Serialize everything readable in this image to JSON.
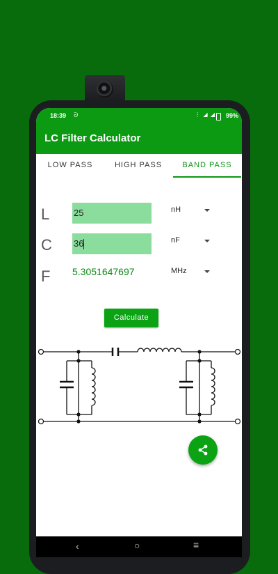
{
  "status": {
    "time": "18:39",
    "battery": "99%"
  },
  "app": {
    "title": "LC Filter Calculator"
  },
  "tabs": [
    {
      "label": "LOW PASS"
    },
    {
      "label": "HIGH PASS"
    },
    {
      "label": "BAND PASS"
    }
  ],
  "inputs": {
    "L": {
      "label": "L",
      "value": "25",
      "unit": "nH"
    },
    "C": {
      "label": "C",
      "value": "36",
      "unit": "nF"
    }
  },
  "output": {
    "label": "F",
    "value": "5.3051647697",
    "unit": "MHz"
  },
  "calculate_label": "Calculate",
  "colors": {
    "accent": "#0ba313",
    "field": "#8bdd9e",
    "background": "#086c0c"
  }
}
